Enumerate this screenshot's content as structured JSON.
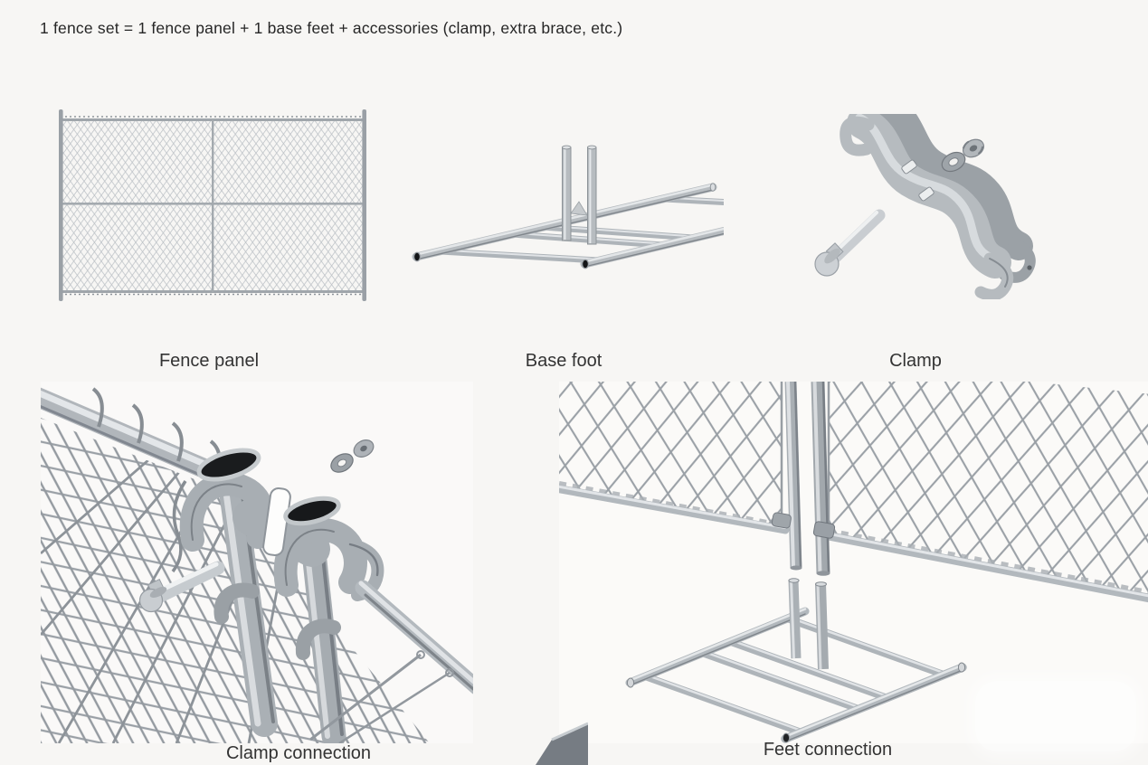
{
  "page": {
    "background": "#f7f6f4",
    "caption": "1 fence set = 1 fence panel + 1 base feet + accessories (clamp, extra brace, etc.)"
  },
  "figures": [
    {
      "id": "fence-panel",
      "label": "Fence panel"
    },
    {
      "id": "base-foot",
      "label": "Base foot"
    },
    {
      "id": "clamp",
      "label": "Clamp"
    },
    {
      "id": "clamp-connection",
      "label": "Clamp connection"
    },
    {
      "id": "feet-connection",
      "label": "Feet connection"
    }
  ],
  "colors": {
    "text": "#2a2a2a",
    "metal_light": "#dfe2e4",
    "metal_mid": "#b4b9bd",
    "metal_dark": "#878d93",
    "tube_opening": "#1a1c1e",
    "mesh_wire": "#9aa0a6"
  }
}
